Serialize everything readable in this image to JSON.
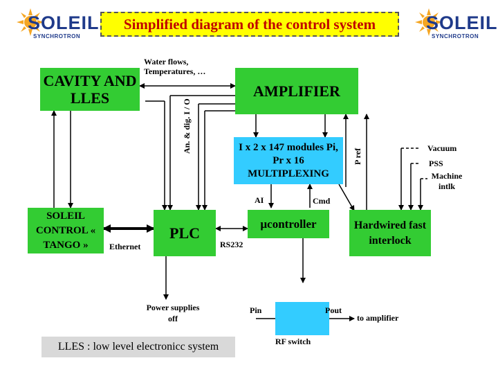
{
  "title": "Simplified diagram of the control system",
  "logo": {
    "word": "SOLEIL",
    "subtitle": "SYNCHROTRON"
  },
  "blocks": {
    "cavity": "CAVITY AND LLES",
    "amplifier": "AMPLIFIER",
    "modules": "I x 2 x 147 modules Pi, Pr x 16 MULTIPLEXING",
    "soleil_control": "SOLEIL CONTROL « TANGO »",
    "plc": "PLC",
    "microcontroller": "µcontroller",
    "hardwired": "Hardwired fast interlock",
    "rf_switch_label": "RF switch",
    "legend": "LLES : low level electronicc system"
  },
  "labels": {
    "water": "Water flows, Temperatures, …",
    "an_dig": "An. & dig. I / O",
    "pref": "P ref",
    "vacuum": "Vacuum",
    "pss": "PSS",
    "machine": "Machine intlk",
    "ai": "AI",
    "cmd": "Cmd",
    "ethernet": "Ethernet",
    "rs232": "RS232",
    "power": "Power supplies off",
    "pin": "Pin",
    "pout": "Pout",
    "to_amp": "to amplifier"
  },
  "colors": {
    "title_bg": "#ffff00",
    "green": "#33cc33",
    "cyan": "#33ccff",
    "legend_bg": "#d9d9d9",
    "logo_blue": "#1f3a8a",
    "logo_sun": "#f5a623"
  }
}
